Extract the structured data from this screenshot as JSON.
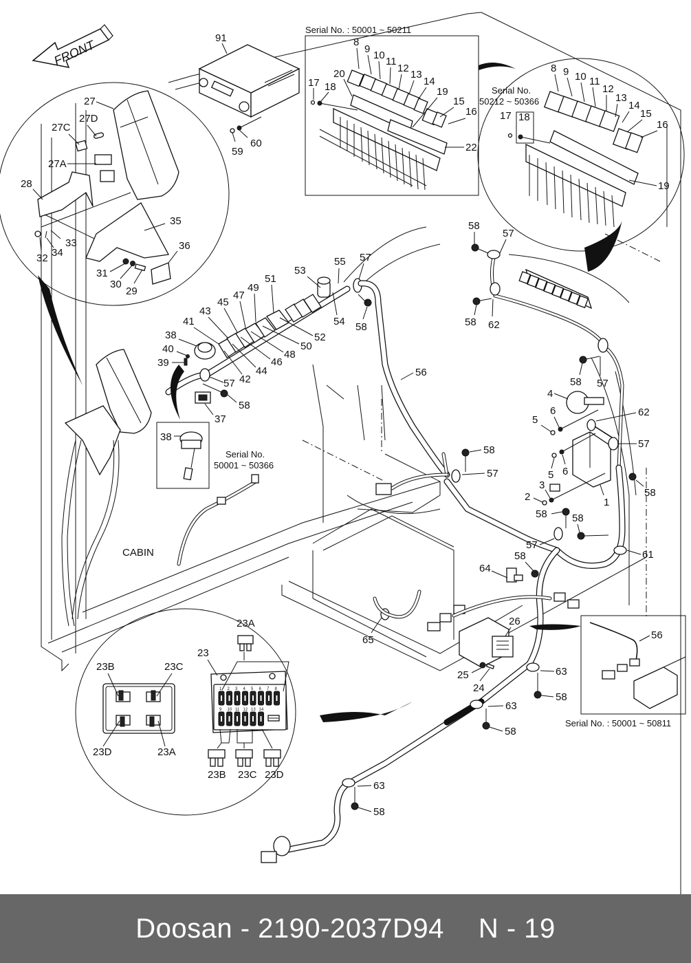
{
  "diagram": {
    "orientation_label": "FRONT",
    "area_label": "CABIN",
    "insets": {
      "relay_box_early": {
        "serial_label": "Serial No. : 50001 ~ 50211",
        "parts": [
          "8",
          "9",
          "10",
          "11",
          "12",
          "13",
          "14",
          "15",
          "16",
          "17",
          "18",
          "19",
          "20",
          "22"
        ]
      },
      "relay_box_late": {
        "serial_label_line1": "Serial No.",
        "serial_label_line2": "50212 ~ 50366",
        "parts": [
          "8",
          "9",
          "10",
          "11",
          "12",
          "13",
          "14",
          "15",
          "16",
          "17",
          "18",
          "19"
        ]
      },
      "cluster_detail": {
        "parts": [
          "27",
          "27A",
          "27C",
          "27D",
          "28",
          "29",
          "30",
          "31",
          "32",
          "33",
          "34",
          "35",
          "36"
        ]
      },
      "buzzer_early": {
        "serial_label_line1": "Serial No.",
        "serial_label_line2": "50001 ~ 50366",
        "parts": [
          "38"
        ]
      },
      "fuse_box_detail": {
        "parts": [
          "23",
          "23A",
          "23B",
          "23C",
          "23D"
        ],
        "fuse_numbers_row1": [
          "1",
          "2",
          "3",
          "4",
          "5",
          "6",
          "7",
          "8"
        ],
        "fuse_numbers_row2": [
          "9",
          "10",
          "11",
          "12",
          "13",
          "14"
        ]
      },
      "harness_early": {
        "serial_label": "Serial No. : 50001 ~ 50811",
        "parts": [
          "56"
        ]
      }
    },
    "callouts": {
      "c91": "91",
      "c59": "59",
      "c60": "60",
      "c27": "27",
      "c27d": "27D",
      "c27c": "27C",
      "c27a": "27A",
      "c28": "28",
      "c35": "35",
      "c33": "33",
      "c34": "34",
      "c32": "32",
      "c36": "36",
      "c31": "31",
      "c30": "30",
      "c29": "29",
      "r1_8": "8",
      "r1_9": "9",
      "r1_10": "10",
      "r1_11": "11",
      "r1_12": "12",
      "r1_13": "13",
      "r1_14": "14",
      "r1_17": "17",
      "r1_18": "18",
      "r1_20": "20",
      "r1_19": "19",
      "r1_15": "15",
      "r1_16": "16",
      "r1_22": "22",
      "r2_8": "8",
      "r2_9": "9",
      "r2_10": "10",
      "r2_11": "11",
      "r2_12": "12",
      "r2_13": "13",
      "r2_14": "14",
      "r2_15": "15",
      "r2_16": "16",
      "r2_17": "17",
      "r2_18": "18",
      "r2_19": "19",
      "s53": "53",
      "s55": "55",
      "s57a": "57",
      "s51": "51",
      "s49": "49",
      "s47": "47",
      "s45": "45",
      "s43": "43",
      "s41": "41",
      "s38": "38",
      "s40": "40",
      "s39": "39",
      "s54": "54",
      "s58a": "58",
      "s52": "52",
      "s50": "50",
      "s48": "48",
      "s46": "46",
      "s44": "44",
      "s42": "42",
      "s57b": "57",
      "s58b": "58",
      "s37": "37",
      "s56": "56",
      "b38": "38",
      "h58a": "58",
      "h57a": "57",
      "h58b": "58",
      "h62a": "62",
      "h58c": "58",
      "h57b": "57",
      "d4": "4",
      "d5a": "5",
      "d6a": "6",
      "d62": "62",
      "d57": "57",
      "d5b": "5",
      "d6b": "6",
      "d3": "3",
      "d2": "2",
      "d1": "1",
      "d58a": "58",
      "d58b": "58",
      "d58c": "58",
      "d58d": "58",
      "d57b": "57",
      "d58e": "58",
      "d57c": "57",
      "d61": "61",
      "f64": "64",
      "f58": "58",
      "f26": "26",
      "f25": "25",
      "f24": "24",
      "f63a": "63",
      "f58a": "58",
      "f63b": "63",
      "f58b": "58",
      "f65": "65",
      "f63c": "63",
      "f58c": "58",
      "i56": "56",
      "fz23a_top": "23A",
      "fz23": "23",
      "fz23b": "23B",
      "fz23c": "23C",
      "fz23d": "23D",
      "fz23a": "23A",
      "fz23b_bot": "23B",
      "fz23c_bot": "23C",
      "fz23d_bot": "23D"
    }
  },
  "footer": {
    "brand": "Doosan",
    "separator": "-",
    "part_number": "2190-2037D94",
    "page_ref": "N - 19"
  },
  "colors": {
    "footer_bg": "#676767",
    "footer_text": "#ffffff",
    "line": "#111111"
  }
}
